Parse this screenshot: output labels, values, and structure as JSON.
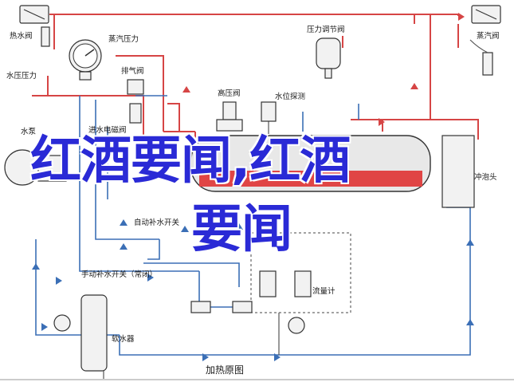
{
  "labels": {
    "hot_water_valve": "热水阀",
    "steam_pressure": "蒸汽压力",
    "water_pressure": "水压压力",
    "exhaust_valve": "排气阀",
    "pressure_regulator_valve": "压力调节阀",
    "steam_valve": "蒸汽阀",
    "high_pressure_valve": "高压阀",
    "water_level_probe": "水位探测",
    "water_pump": "水泵",
    "water_inlet_solenoid": "进水电磁阀",
    "auto_replenish": "自动补水开关",
    "manual_replenish": "手动补水开关（常闭）",
    "flow_meter": "流量计",
    "water_softener": "软水器",
    "foam_head": "冲泡头",
    "caption": "加热原图"
  },
  "overlay": {
    "line1": "红酒要闻,红酒",
    "line2": "要闻"
  },
  "colors": {
    "hot_pipe": "#d64545",
    "cold_pipe": "#3b6fb6",
    "overlay_text": "#2a2ad6"
  }
}
